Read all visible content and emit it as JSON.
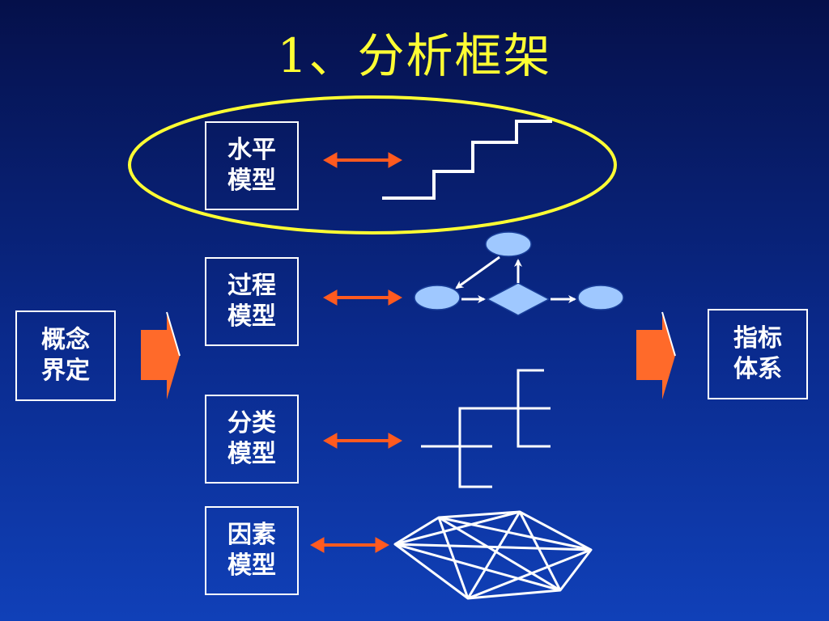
{
  "title": "1、分析框架",
  "left_box": {
    "line1": "概念",
    "line2": "界定"
  },
  "right_box": {
    "line1": "指标",
    "line2": "体系"
  },
  "models": [
    {
      "line1": "水平",
      "line2": "模型",
      "icon": "staircase-icon"
    },
    {
      "line1": "过程",
      "line2": "模型",
      "icon": "process-flow-icon"
    },
    {
      "line1": "分类",
      "line2": "模型",
      "icon": "tree-classification-icon"
    },
    {
      "line1": "因素",
      "line2": "模型",
      "icon": "network-polygon-icon"
    }
  ],
  "colors": {
    "title": "#ffff33",
    "highlight_ellipse": "#ffff33",
    "arrow": "#ff5a1f",
    "node_fill": "#9fc8ff",
    "line": "#ffffff"
  }
}
